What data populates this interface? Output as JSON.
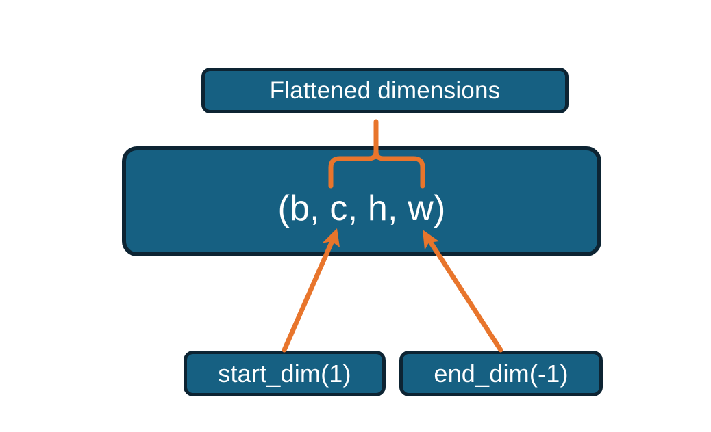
{
  "diagram": {
    "title_node": {
      "label": "Flattened dimensions"
    },
    "shape_node": {
      "label": "(b, c, h, w)"
    },
    "bottom_nodes": [
      {
        "label": "start_dim(1)"
      },
      {
        "label": "end_dim(-1)"
      }
    ],
    "connectors": [
      {
        "name": "brace-flattened-to-shape",
        "kind": "curly-brace",
        "description": "Curly brace under 'Flattened dimensions' spanning the c..w portion of the tuple"
      },
      {
        "name": "arrow-start-dim-to-c",
        "kind": "arrow",
        "description": "Arrow from start_dim(1) to the 'c' element of the tuple"
      },
      {
        "name": "arrow-end-dim-to-w",
        "kind": "arrow",
        "description": "Arrow from end_dim(-1) to the 'w' element of the tuple"
      }
    ],
    "colors": {
      "node_fill": "#166082",
      "node_border": "#0d2433",
      "node_text": "#ffffff",
      "accent": "#e8752c",
      "background": "#ffffff"
    }
  }
}
